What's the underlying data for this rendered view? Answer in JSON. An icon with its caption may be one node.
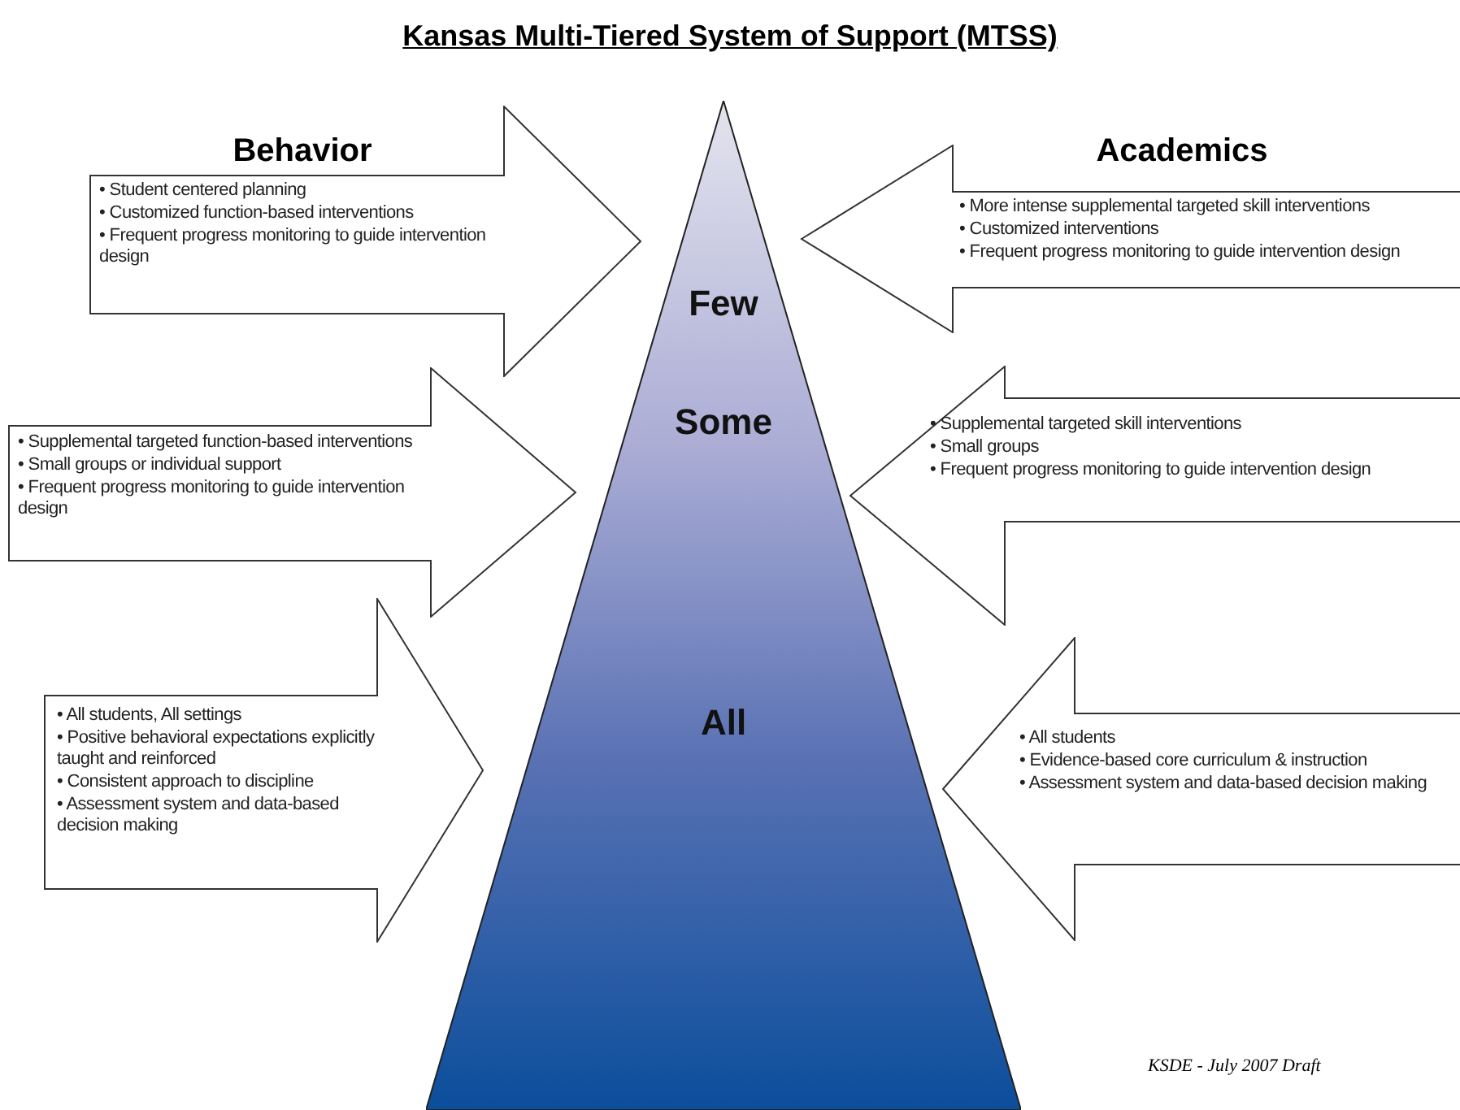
{
  "diagram": {
    "title": "Kansas Multi-Tiered System of Support (MTSS)",
    "nodes": [
      {
        "text": [
          "Few",
          "Some",
          "All"
        ]
      },
      {
        "text": [
          "• Student centered planning",
          "• Customized function-based interventions",
          "• Frequent progress monitoring to guide intervention design"
        ]
      },
      {
        "text": [
          "• More intense supplemental targeted skill interventions",
          "• Customized interventions",
          "• Frequent progress monitoring to guide intervention design"
        ]
      },
      {
        "text": [
          "• Supplemental targeted function-based interventions",
          "• Small groups or individual support",
          "• Frequent progress monitoring to guide intervention design"
        ]
      },
      {
        "text": [
          "• Supplemental targeted skill interventions",
          "• Small groups",
          "• Frequent progress monitoring to guide intervention design"
        ]
      },
      {
        "text": [
          "• All students, All settings",
          "• Positive behavioral expectations explicitly taught and reinforced",
          "• Consistent approach to discipline",
          "• Assessment system and data-based decision making"
        ]
      },
      {
        "text": [
          "• All students",
          "• Evidence-based core curriculum & instruction",
          "• Assessment system and data-based decision making"
        ]
      }
    ],
    "labels": [
      "Behavior",
      "Academics",
      "KSDE - July 2007 Draft"
    ]
  }
}
